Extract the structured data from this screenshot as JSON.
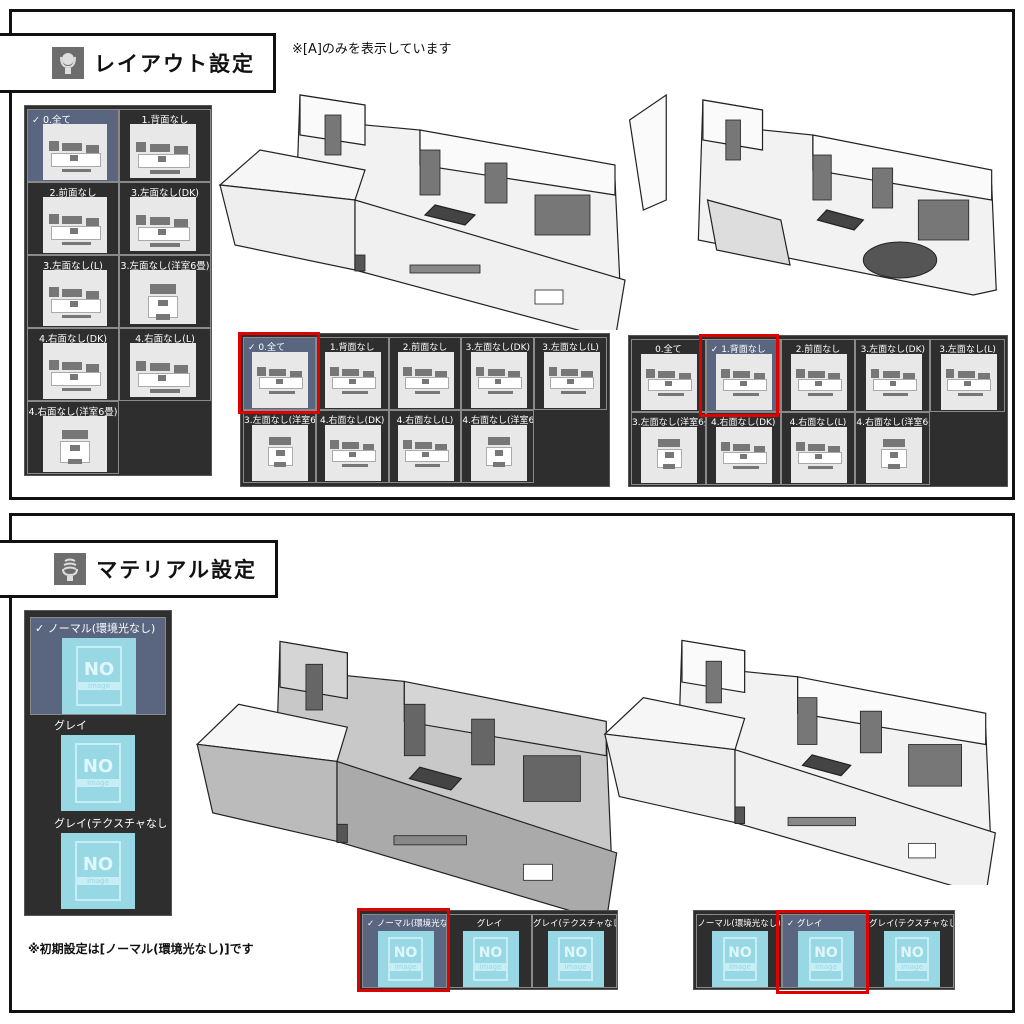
{
  "layout_section": {
    "title": "レイアウト設定",
    "icon": "layout-icon",
    "note": "※[A]のみを表示しています",
    "options": [
      "0.全て",
      "1.背面なし",
      "2.前面なし",
      "3.左面なし(DK)",
      "3.左面なし(L)",
      "3.左面なし(洋室6畳)",
      "4.右面なし(DK)",
      "4.右面なし(L)",
      "4.右面なし(洋室6畳)"
    ],
    "panel_left_selected": 0,
    "panel_a_selected": 0,
    "panel_b_selected": 1,
    "checkmark": "✓"
  },
  "material_section": {
    "title": "マテリアル設定",
    "icon": "material-icon",
    "options": [
      "ノーマル(環境光なし)",
      "グレイ",
      "グレイ(テクスチャなし)"
    ],
    "panel_left_selected": 0,
    "panel_a_selected": 0,
    "panel_b_selected": 1,
    "no_image_text": "NO",
    "no_image_sub": "image",
    "note": "※初期設定は[ノーマル(環境光なし)]です"
  },
  "colors": {
    "highlight": "#e00000",
    "selected_bg": "#5a6680",
    "panel_bg": "#2e2e2e",
    "no_image": "#98d8e4"
  }
}
